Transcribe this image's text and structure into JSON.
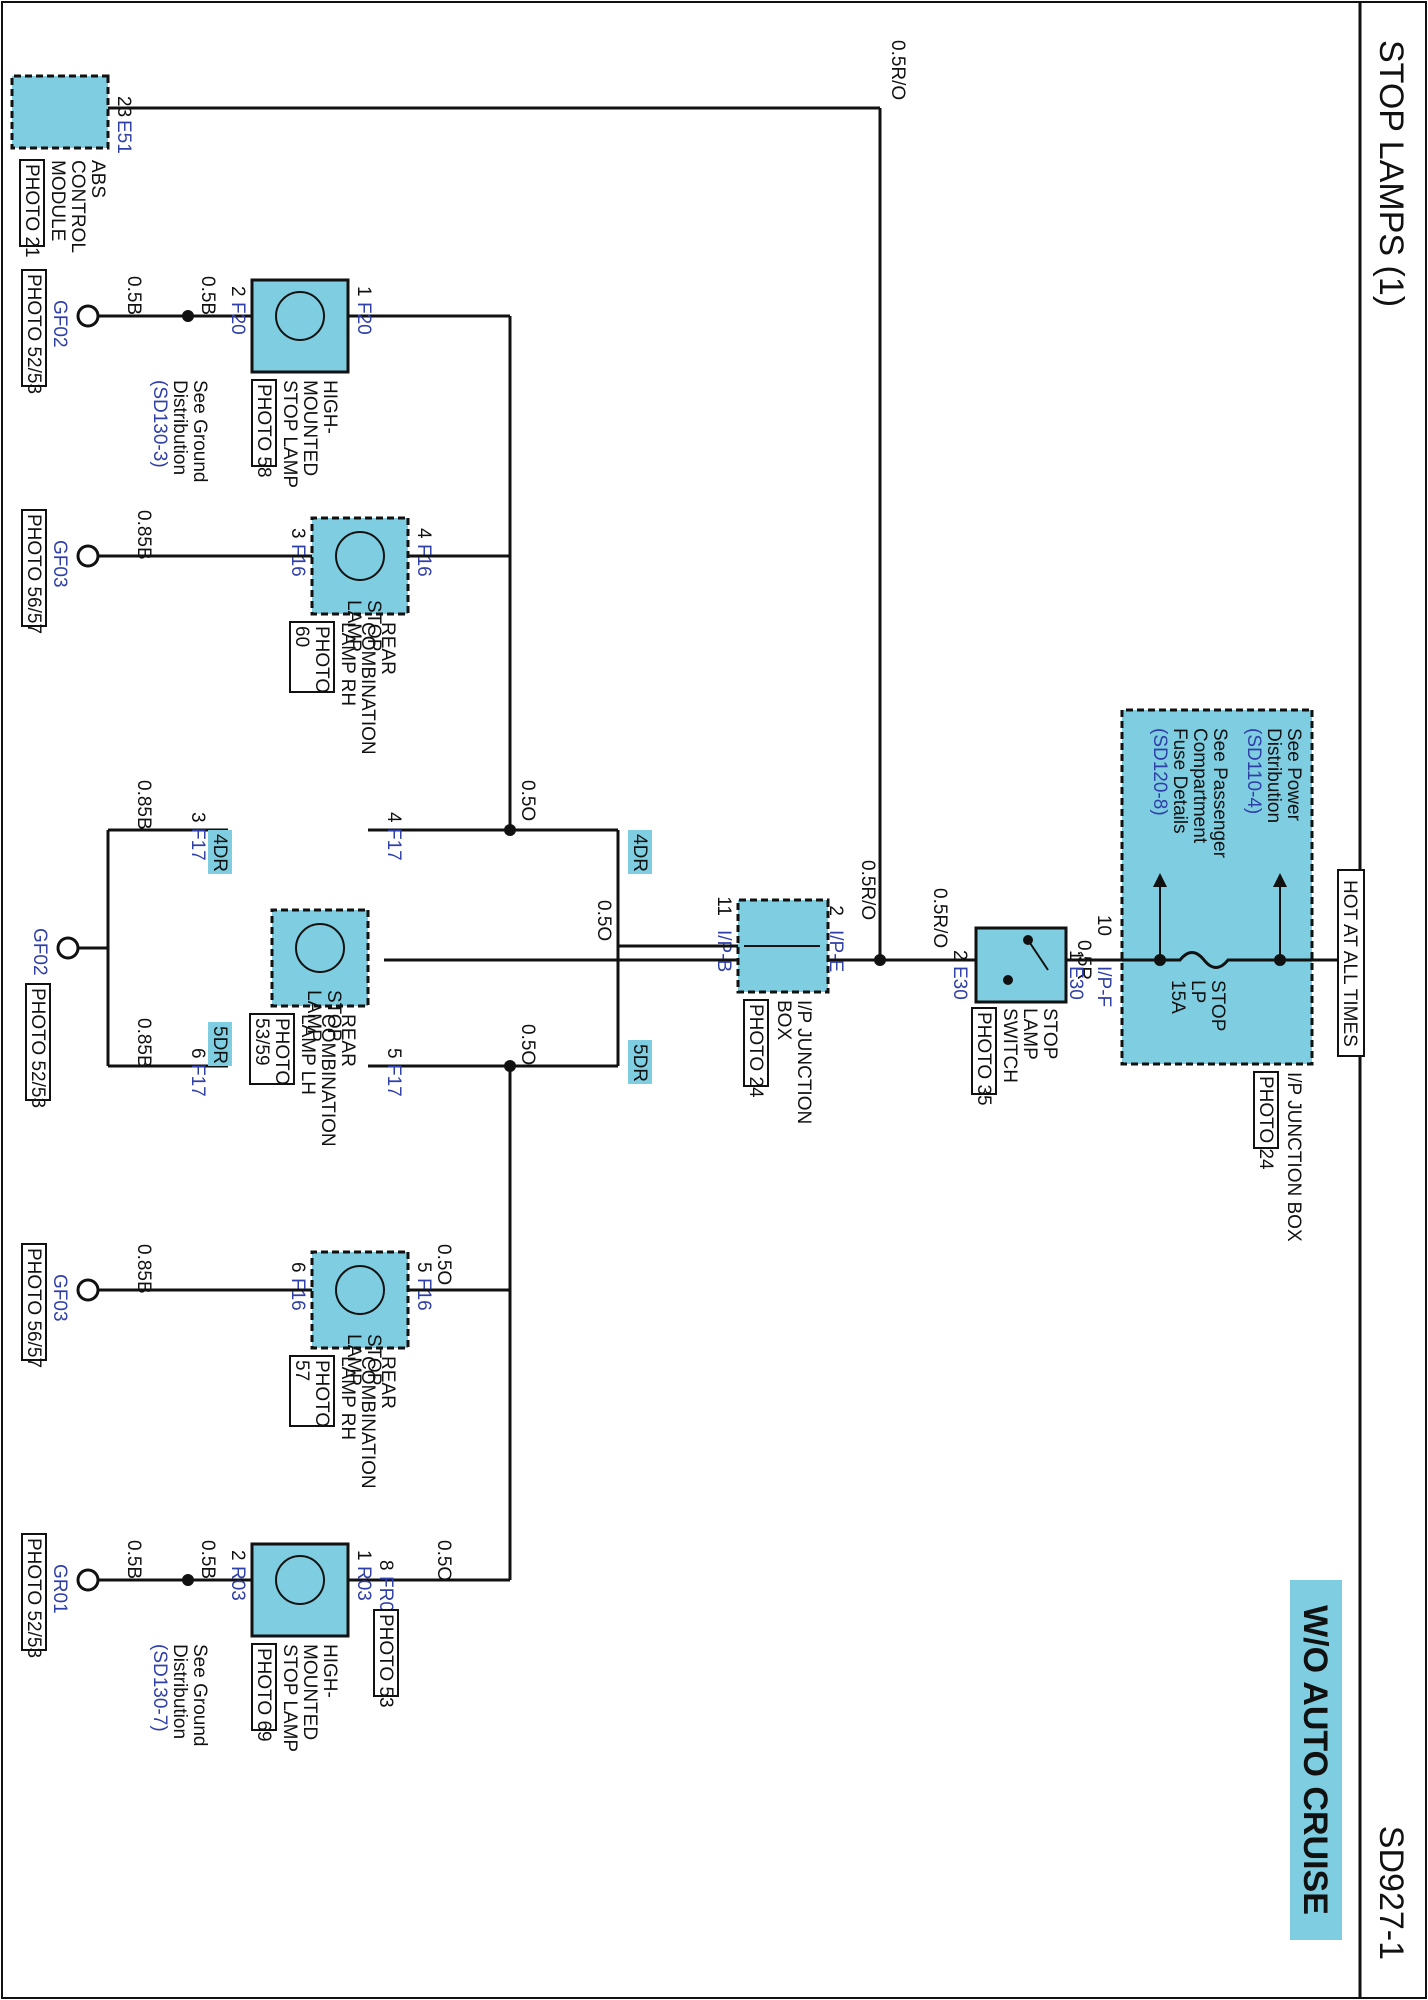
{
  "page": {
    "title": "STOP LAMPS (1)",
    "code": "SD927-1",
    "variant": "W/O AUTO CRUISE",
    "hot_label": "HOT AT ALL TIMES"
  },
  "junction_box_top": {
    "title": "I/P JUNCTION BOX",
    "photo": "PHOTO 24",
    "power_note_1": "See Power",
    "power_note_2": "Distribution",
    "power_ref": "(SD110-4)",
    "fuse_note_1": "See Passenger",
    "fuse_note_2": "Compartment",
    "fuse_note_3": "Fuse Details",
    "fuse_ref": "(SD120-8)",
    "fuse_1": "STOP",
    "fuse_2": "LP",
    "fuse_3": "15A",
    "pin": "10",
    "conn": "I/P-F"
  },
  "stop_lamp_switch": {
    "name_1": "STOP",
    "name_2": "LAMP",
    "name_3": "SWITCH",
    "photo": "PHOTO 35",
    "pin_in": "1",
    "conn_in": "E30",
    "pin_out": "2",
    "conn_out": "E30"
  },
  "junction_box_mid": {
    "title_1": "I/P JUNCTION",
    "title_2": "BOX",
    "photo": "PHOTO 24",
    "pin_in": "2",
    "conn_in": "I/P-E",
    "pin_out": "11",
    "conn_out": "I/P-B"
  },
  "abs_module": {
    "name_1": "ABS",
    "name_2": "CONTROL",
    "name_3": "MODULE",
    "photo": "PHOTO 21",
    "pin": "23",
    "conn": "E51"
  },
  "wires": {
    "w_05R": "0.5R",
    "w_05RO": "0.5R/O",
    "w_05O": "0.5O",
    "w_05B": "0.5B",
    "w_085B": "0.85B"
  },
  "tags": {
    "four_door": "4DR",
    "five_door": "5DR"
  },
  "hmsl_4dr": {
    "name_1": "HIGH-",
    "name_2": "MOUNTED",
    "name_3": "STOP LAMP",
    "photo": "PHOTO 58",
    "pin1": "1",
    "conn1": "F20",
    "pin2": "2",
    "conn2": "F20"
  },
  "hmsl_5dr": {
    "name_1": "HIGH-",
    "name_2": "MOUNTED",
    "name_3": "STOP LAMP",
    "photo": "PHOTO 69",
    "pin1": "1",
    "conn1": "R03",
    "pin2": "2",
    "conn2": "R03",
    "inline_pin": "8",
    "inline_conn": "FR03",
    "inline_photo": "PHOTO 53"
  },
  "rcl_rh_4dr": {
    "lamp": "STOP",
    "lamp_2": "LAMP",
    "name_1": "REAR",
    "name_2": "COMBINATION",
    "name_3": "LAMP RH",
    "photo_1": "PHOTO",
    "photo_2": "60",
    "pin_in": "4",
    "conn_in": "F16",
    "pin_out": "3",
    "conn_out": "F16"
  },
  "rcl_lh": {
    "lamp": "STOP",
    "lamp_2": "LAMP",
    "name_1": "REAR",
    "name_2": "COMBINATION",
    "name_3": "LAMP LH",
    "photo_1": "PHOTO",
    "photo_2": "53/59",
    "pin_4dr": "4",
    "conn_4dr": "F17",
    "pin_5dr": "5",
    "conn_5dr": "F17",
    "gnd_pin_4dr": "3",
    "gnd_conn_4dr": "F17",
    "gnd_pin_5dr": "6",
    "gnd_conn_5dr": "F17"
  },
  "rcl_rh_5dr": {
    "lamp": "STOP",
    "lamp_2": "LAMP",
    "name_1": "REAR",
    "name_2": "COMBINATION",
    "name_3": "LAMP RH",
    "photo_1": "PHOTO",
    "photo_2": "57",
    "pin_in": "5",
    "conn_in": "F16",
    "pin_out": "6",
    "conn_out": "F16"
  },
  "grounds": {
    "gf02_a": "GF02",
    "gf02_a_photo": "PHOTO 52/53",
    "gf03_a": "GF03",
    "gf03_a_photo": "PHOTO 56/57",
    "gf02_b": "GF02",
    "gf02_b_photo": "PHOTO 52/53",
    "gf03_b": "GF03",
    "gf03_b_photo": "PHOTO 56/57",
    "gr01": "GR01",
    "gr01_photo": "PHOTO 52/53"
  },
  "ground_notes": {
    "line_1": "See Ground",
    "line_2": "Distribution",
    "ref_a": "(SD130-3)",
    "ref_b": "(SD130-7)"
  }
}
